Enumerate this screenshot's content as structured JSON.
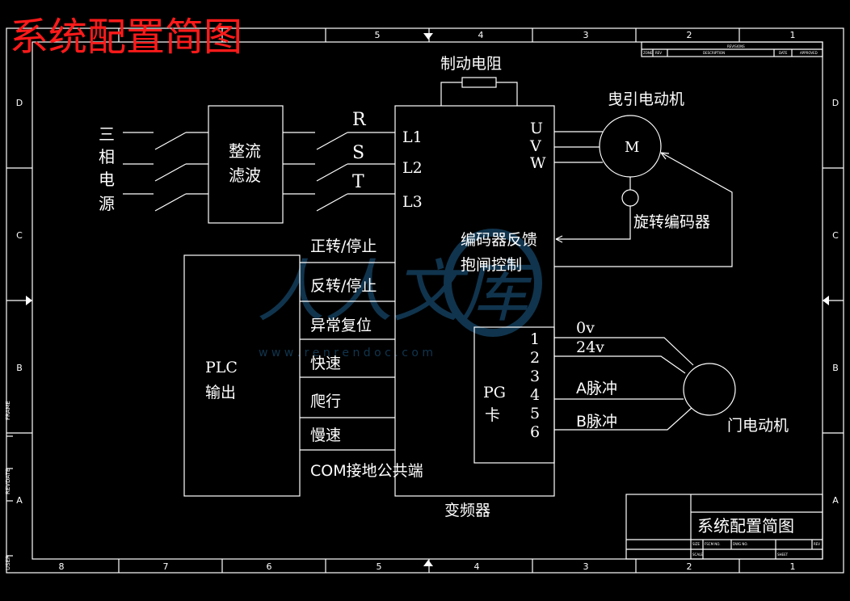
{
  "header_title": "系统配置简图",
  "border": {
    "top_cols": [
      "5",
      "4",
      "3",
      "2",
      "1"
    ],
    "bottom_cols": [
      "8",
      "7",
      "6",
      "5",
      "4",
      "3",
      "2",
      "1"
    ],
    "rows_left": [
      "D",
      "C",
      "B",
      "A"
    ],
    "rows_right": [
      "D",
      "C",
      "B",
      "A"
    ],
    "side_labels": [
      "FRAME",
      "REVDATE",
      "USER"
    ]
  },
  "power": {
    "label_chars": [
      "三",
      "相",
      "电",
      "源"
    ],
    "filter_lines": [
      "整流",
      "滤波"
    ],
    "phases": [
      "R",
      "S",
      "T"
    ]
  },
  "inverter": {
    "title": "变频器",
    "inputs": [
      "L1",
      "L2",
      "L3"
    ],
    "outputs": [
      "U",
      "V",
      "W"
    ],
    "encoder_feedback": "编码器反馈",
    "brake_control": "抱闸控制"
  },
  "braking_resistor": "制动电阻",
  "traction_motor": {
    "label": "曳引电动机",
    "symbol": "M"
  },
  "rotary_encoder": "旋转编码器",
  "plc": {
    "lines": [
      "PLC",
      "输出"
    ],
    "signals": [
      "正转/停止",
      "反转/停止",
      "异常复位",
      "快速",
      "爬行",
      "慢速",
      "COM接地公共端"
    ]
  },
  "pg_card": {
    "lines": [
      "PG",
      "卡"
    ],
    "terminals": [
      "1",
      "2",
      "3",
      "4",
      "5",
      "6"
    ],
    "signals": [
      "0v",
      "24v",
      "A脉冲",
      "B脉冲"
    ]
  },
  "door_motor": "门电动机",
  "title_block": {
    "title": "系统配置简图"
  },
  "watermark": {
    "logo": "人人文库",
    "url": "w w w . r e n r e n d o c . c o m"
  }
}
